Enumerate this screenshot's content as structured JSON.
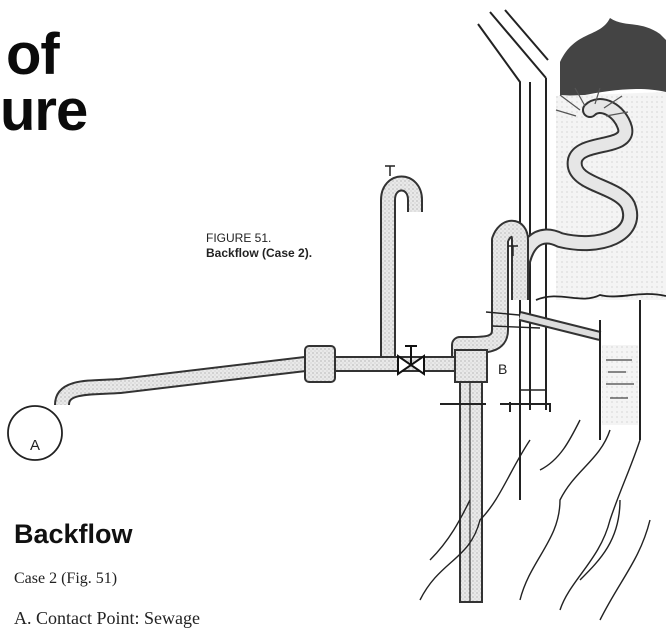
{
  "page": {
    "title_line_1": "of",
    "title_line_2": "ure",
    "figure_caption": {
      "number": "FIGURE 51.",
      "title": "Backflow (Case 2)."
    },
    "figure_labels": {
      "point_a": "A",
      "point_b": "B"
    },
    "section_heading": "Backflow",
    "case_line": "Case 2 (Fig. 51)",
    "contact_line": "A. Contact Point: Sewage"
  },
  "icons": [
    "pipe-diagram",
    "faucet-icon",
    "valve-icon",
    "house-wall",
    "sewage-pit",
    "tree-roots"
  ]
}
